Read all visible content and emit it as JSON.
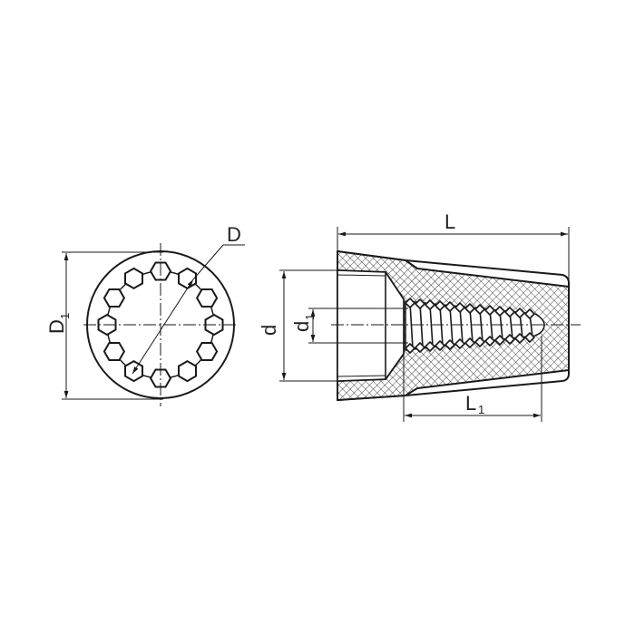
{
  "labels": {
    "D": "D",
    "D1_main": "D",
    "D1_sub": "1",
    "d": "d",
    "d1_main": "d",
    "d1_sub": "1",
    "L": "L",
    "L1_main": "L",
    "L1_sub": "1"
  },
  "colors": {
    "line": "#1a1a1a",
    "background": "#ffffff"
  }
}
